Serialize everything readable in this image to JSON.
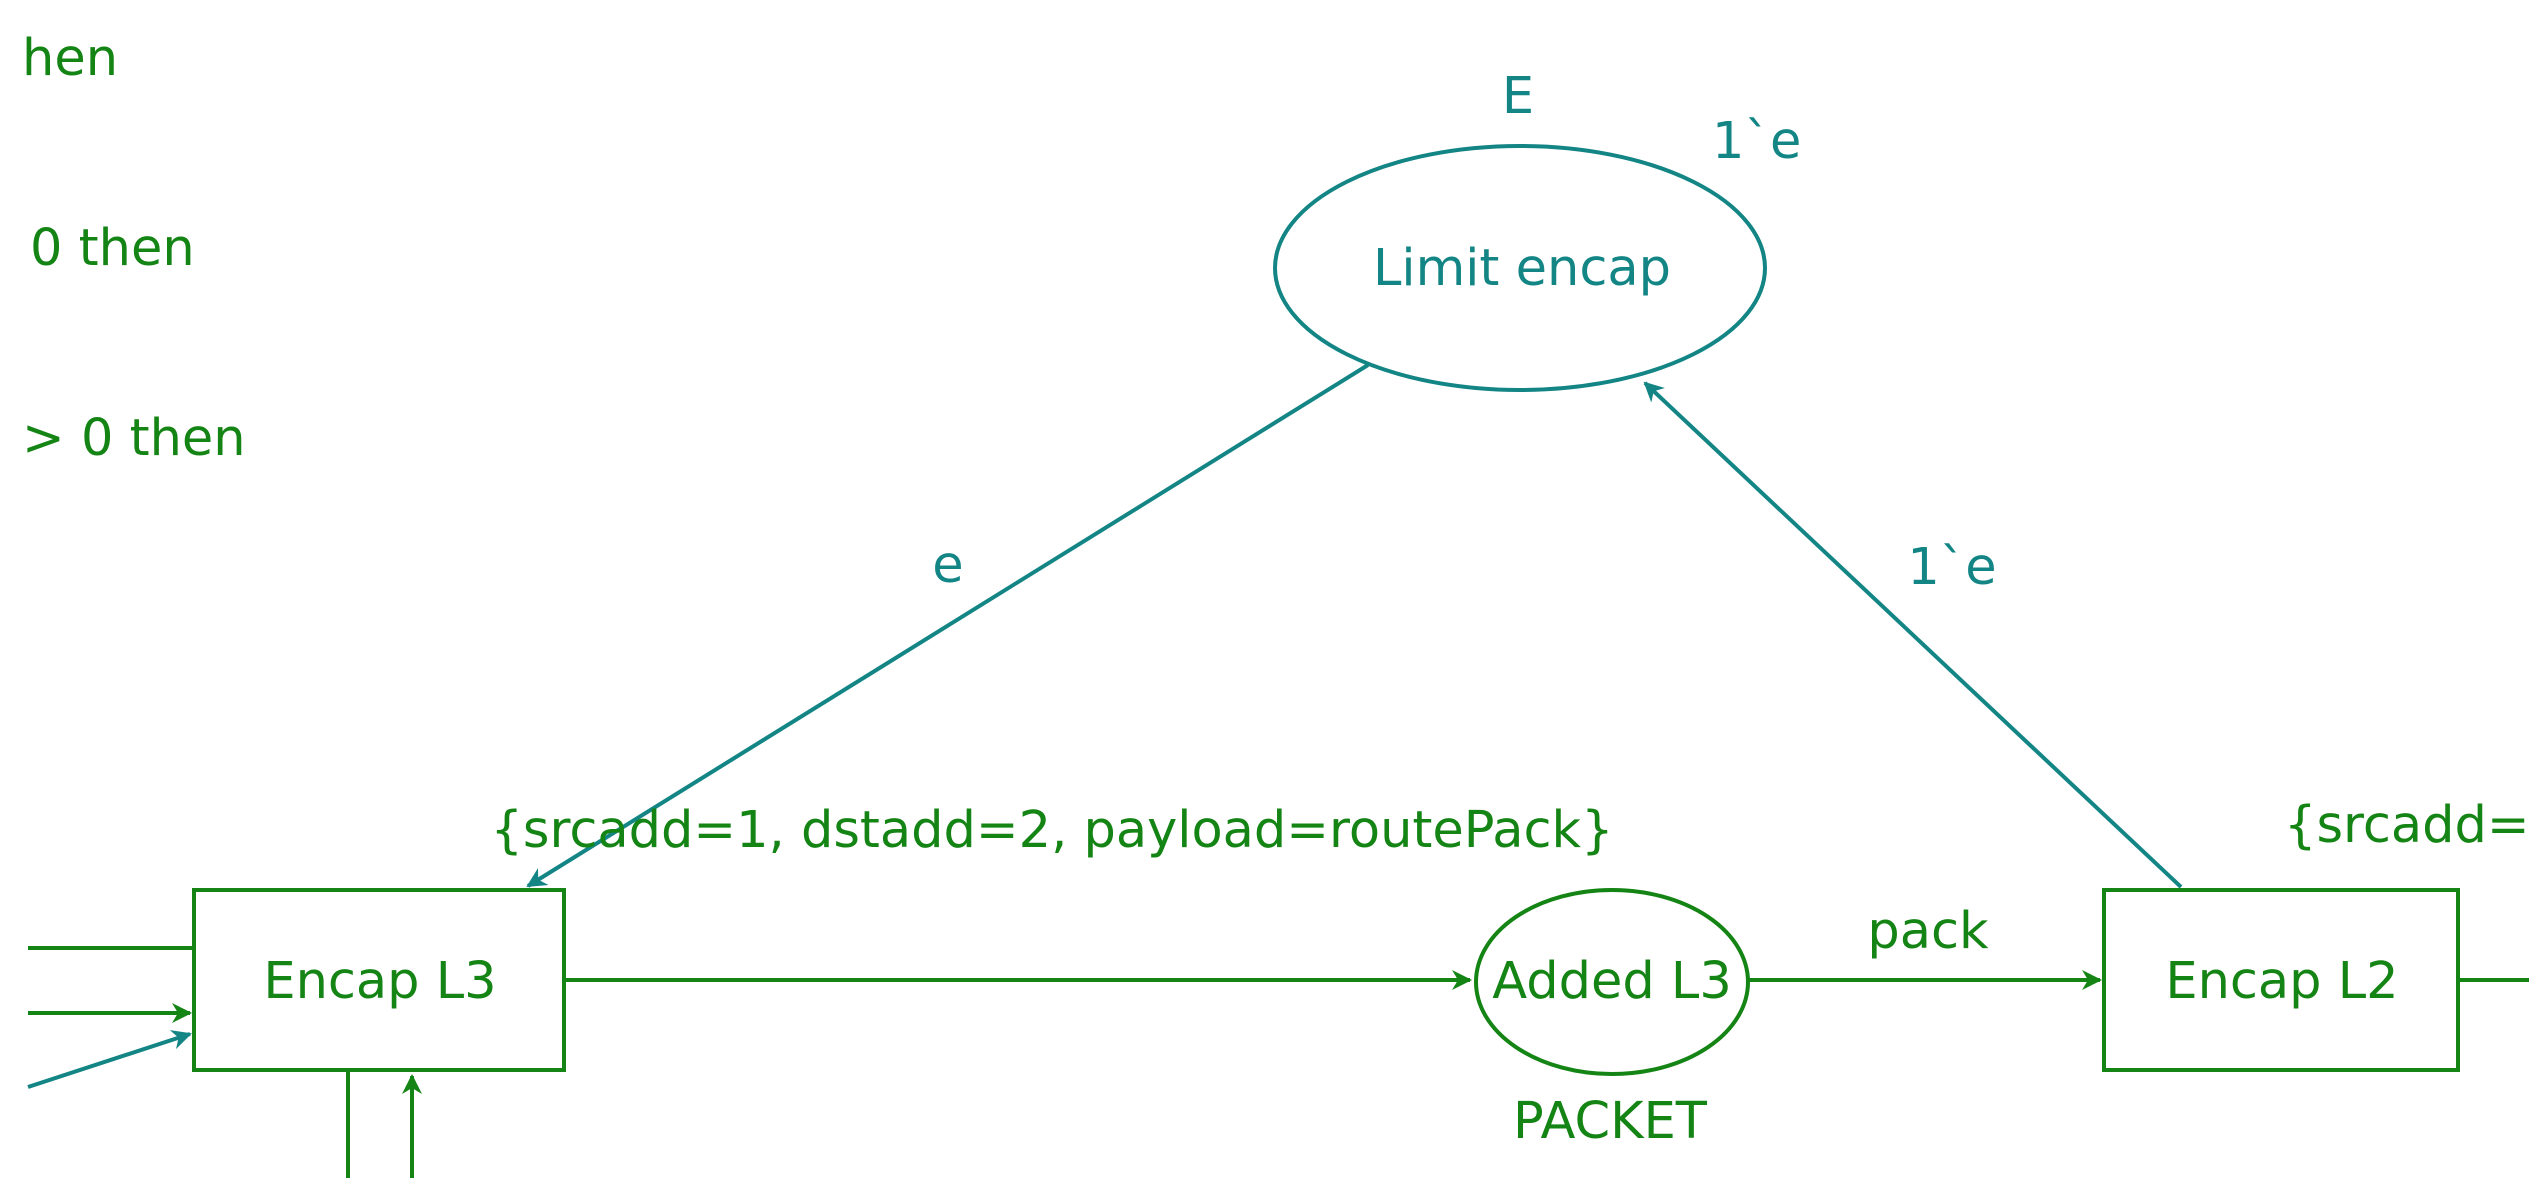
{
  "colors": {
    "green": "#148414",
    "teal": "#138585",
    "background": "#ffffff"
  },
  "left_text": {
    "line1": "hen",
    "line2": "0 then",
    "line3": "> 0 then"
  },
  "places": {
    "limit_encap": {
      "label": "Limit encap",
      "color_set": "E",
      "initial_marking": "1`e"
    },
    "added_l3": {
      "label": "Added L3",
      "color_set": "PACKET"
    }
  },
  "transitions": {
    "encap_l3": {
      "label": "Encap L3"
    },
    "encap_l2": {
      "label": "Encap L2"
    }
  },
  "arcs": {
    "limit_to_encap_l3": {
      "inscription": "e"
    },
    "encap_l2_to_limit": {
      "inscription": "1`e"
    },
    "encap_l3_to_added_l3": {
      "inscription": "{srcadd=1, dstadd=2, payload=routePack}"
    },
    "added_l3_to_encap_l2": {
      "inscription": "pack"
    },
    "encap_l2_output": {
      "inscription": "{srcadd="
    }
  }
}
